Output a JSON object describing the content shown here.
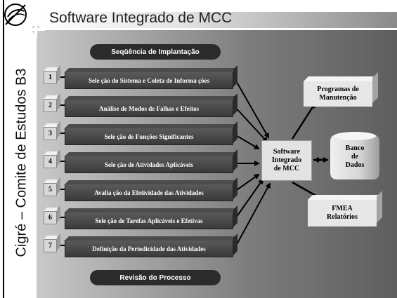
{
  "title": "Software Integrado de MCC",
  "side_label": "Cigré – Comite de Estudos B3",
  "top_pill": "Seqüência de Implantação",
  "bottom_pill": "Revisão do Processo",
  "steps": [
    {
      "num": "1",
      "label": "Sele ção do Sistema e Coleta de Informa ções"
    },
    {
      "num": "2",
      "label": "Análise de Modos de Falhas e Efeitos"
    },
    {
      "num": "3",
      "label": "Sele ção de Funções Significantes"
    },
    {
      "num": "4",
      "label": "Sele ção de Atividades Aplicáveis"
    },
    {
      "num": "5",
      "label": "Avalia ção da Efetividade das Atividades"
    },
    {
      "num": "6",
      "label": "Sele ção de Tarefas Aplicáveis e Efetivas"
    },
    {
      "num": "7",
      "label": "Definição da Periodicidade das Atividades"
    }
  ],
  "center": {
    "line1": "Software",
    "line2": "Integrado",
    "line3": "de MCC"
  },
  "outputs": {
    "programas": {
      "line1": "Programas de",
      "line2": "Manutenção"
    },
    "banco": {
      "line1": "Banco",
      "line2": "de",
      "line3": "Dados"
    },
    "fmea": {
      "line1": "FMEA",
      "line2": "Relatórios"
    }
  },
  "colors": {
    "bar": "#3a3a3a",
    "pill": "#2b2b2b",
    "background_gray": "#7c7c7c",
    "center_box": "#e3e3e3"
  }
}
